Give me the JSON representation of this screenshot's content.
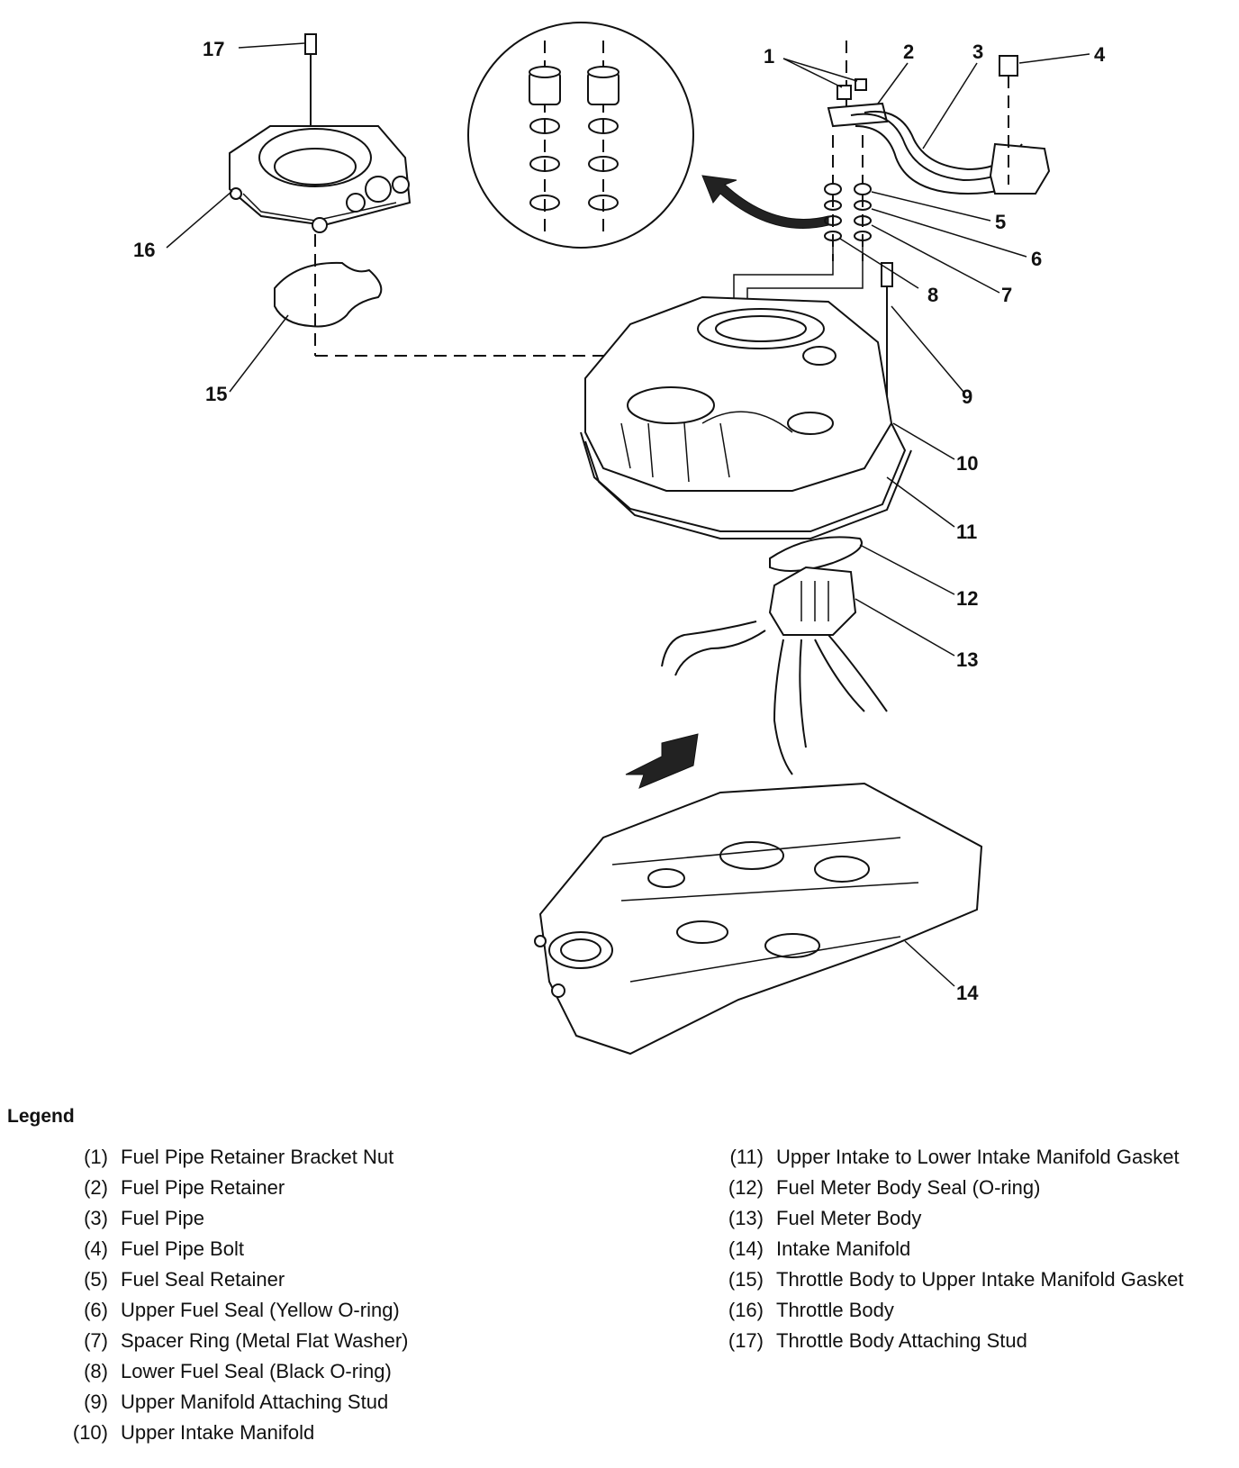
{
  "callouts": [
    "1",
    "2",
    "3",
    "4",
    "5",
    "6",
    "7",
    "8",
    "9",
    "10",
    "11",
    "12",
    "13",
    "14",
    "15",
    "16",
    "17"
  ],
  "legend": {
    "title": "Legend",
    "items": [
      {
        "num": "(1)",
        "text": "Fuel Pipe Retainer Bracket Nut"
      },
      {
        "num": "(2)",
        "text": "Fuel Pipe Retainer"
      },
      {
        "num": "(3)",
        "text": "Fuel Pipe"
      },
      {
        "num": "(4)",
        "text": "Fuel Pipe Bolt"
      },
      {
        "num": "(5)",
        "text": "Fuel Seal Retainer"
      },
      {
        "num": "(6)",
        "text": "Upper Fuel Seal (Yellow O-ring)"
      },
      {
        "num": "(7)",
        "text": "Spacer Ring (Metal Flat Washer)"
      },
      {
        "num": "(8)",
        "text": "Lower Fuel Seal (Black O-ring)"
      },
      {
        "num": "(9)",
        "text": "Upper Manifold Attaching Stud"
      },
      {
        "num": "(10)",
        "text": "Upper Intake Manifold"
      },
      {
        "num": "(11)",
        "text": "Upper Intake to Lower Intake Manifold Gasket"
      },
      {
        "num": "(12)",
        "text": "Fuel Meter Body Seal (O-ring)"
      },
      {
        "num": "(13)",
        "text": "Fuel Meter Body"
      },
      {
        "num": "(14)",
        "text": "Intake Manifold"
      },
      {
        "num": "(15)",
        "text": "Throttle Body to Upper Intake Manifold Gasket"
      },
      {
        "num": "(16)",
        "text": "Throttle Body"
      },
      {
        "num": "(17)",
        "text": "Throttle Body Attaching Stud"
      }
    ]
  }
}
